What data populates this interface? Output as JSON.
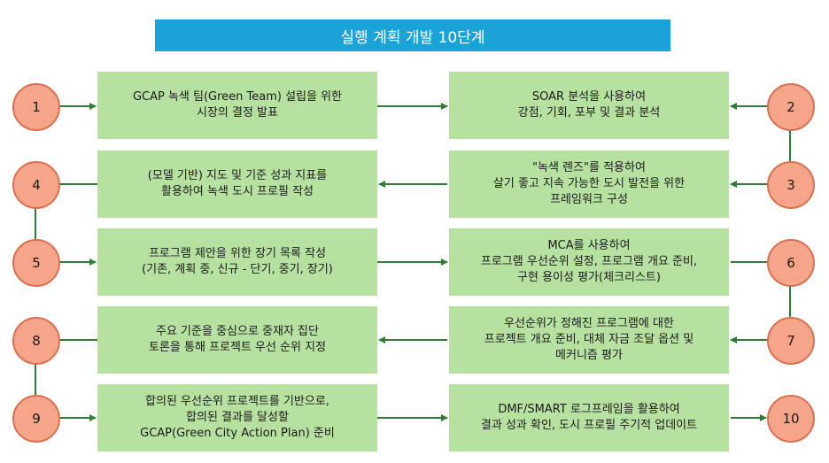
{
  "title": "실행 계획 개발 10단계",
  "steps": [
    {
      "num": "1",
      "text": "GCAP 녹색 팀(Green Team) 설립을 위한\n시장의 결정 발표"
    },
    {
      "num": "2",
      "text": "SOAR 분석을 사용하여\n강점, 기회, 포부 및 결과 분석"
    },
    {
      "num": "3",
      "text": "\"녹색 렌즈\"를 적용하여\n살기 좋고 지속 가능한 도시 발전을 위한\n프레임워크 구성"
    },
    {
      "num": "4",
      "text": "(모델 기반) 지도 및 기준 성과 지표를\n활용하여 녹색 도시 프로필 작성"
    },
    {
      "num": "5",
      "text": "프로그램 제안을 위한 장기 목록 작성\n(기존, 계획 중, 신규 - 단기, 중기, 장기)"
    },
    {
      "num": "6",
      "text": "MCA를 사용하여\n프로그램 우선순위 설정, 프로그램 개요 준비,\n구현 용이성 평가(체크리스트)"
    },
    {
      "num": "7",
      "text": "우선순위가 정해진 프로그램에 대한\n프로젝트 개요 준비, 대체 자금 조달 옵션 및\n메커니즘 평가"
    },
    {
      "num": "8",
      "text": "주요 기준을 중심으로 중재자 집단\n토론을 통해 프로젝트 우선 순위 지정"
    },
    {
      "num": "9",
      "text": "합의된 우선순위 프로젝트를 기반으로,\n합의된 결과를 달성할\nGCAP(Green City Action Plan) 준비"
    },
    {
      "num": "10",
      "text": "DMF/SMART 로그프레임을 활용하여\n결과 성과 확인, 도시 프로필 주기적 업데이트"
    }
  ]
}
